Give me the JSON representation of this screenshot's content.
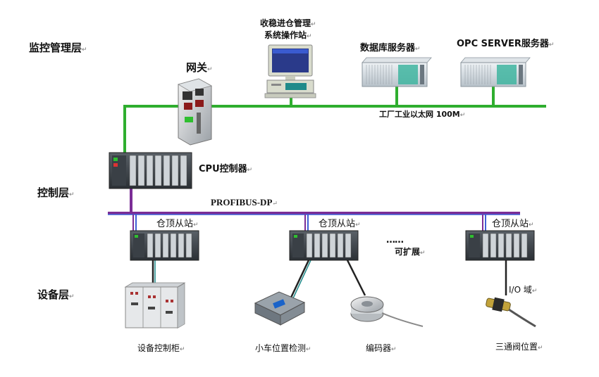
{
  "layers": {
    "monitor": "监控管理层",
    "control": "控制层",
    "device": "设备层"
  },
  "monitor_nodes": {
    "gateway": "网关",
    "workstation_line1": "收稳进仓管理",
    "workstation_line2": "系统操作站",
    "db_server": "数据库服务器",
    "opc_server": "OPC SERVER服务器"
  },
  "networks": {
    "ethernet": "工厂工业以太网 100M",
    "profibus": "PROFIBUS-DP"
  },
  "controller": {
    "cpu_label": "CPU控制器"
  },
  "slave_stations": [
    "仓顶从站",
    "仓顶从站",
    "仓顶从站"
  ],
  "expandable": "可扩展",
  "ellipsis": "……",
  "io_domain": "I/O 域",
  "devices": [
    "设备控制柜",
    "小车位置检测",
    "编码器",
    "三通阀位置"
  ],
  "para_mark": "↵",
  "colors": {
    "ethernet_line": "#2fae2f",
    "profibus_line": "#7b2d96",
    "profibus_line2": "#3f5fd6"
  }
}
